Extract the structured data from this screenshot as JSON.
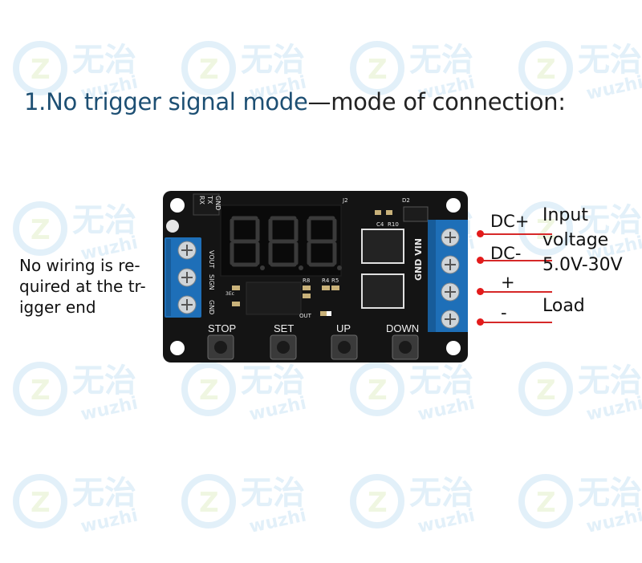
{
  "watermark": {
    "brand_cn": "无治",
    "brand_en": "wuzhi",
    "icon_letter": "Z"
  },
  "title": {
    "part1": "1.No trigger signal mode",
    "part2": "—mode of connection:"
  },
  "note": {
    "text": "No wiring is re-quired at the tr-igger end"
  },
  "terminals": {
    "dc_plus": "DC+",
    "dc_minus": "DC-",
    "plus": "+",
    "minus": "-",
    "input_label_1": "Input",
    "input_label_2": "voltage",
    "input_label_3": "5.0V-30V",
    "load_label": "Load"
  },
  "board": {
    "buttons": [
      "STOP",
      "SET",
      "UP",
      "DOWN"
    ],
    "silk_left": [
      "VOUT",
      "SIGN",
      "GND"
    ],
    "silk_top": [
      "RX",
      "TX",
      "GND"
    ],
    "silk_right": "GND VIN",
    "silk_parts": [
      "J2",
      "D2",
      "C4",
      "R10",
      "R8",
      "R4",
      "R5",
      "OUT",
      "3Ec"
    ],
    "display": "8.8.8."
  },
  "colors": {
    "pcb": "#141414",
    "terminal": "#1e6fb8",
    "lead": "#d62828",
    "title_blue": "#1d4f73"
  }
}
